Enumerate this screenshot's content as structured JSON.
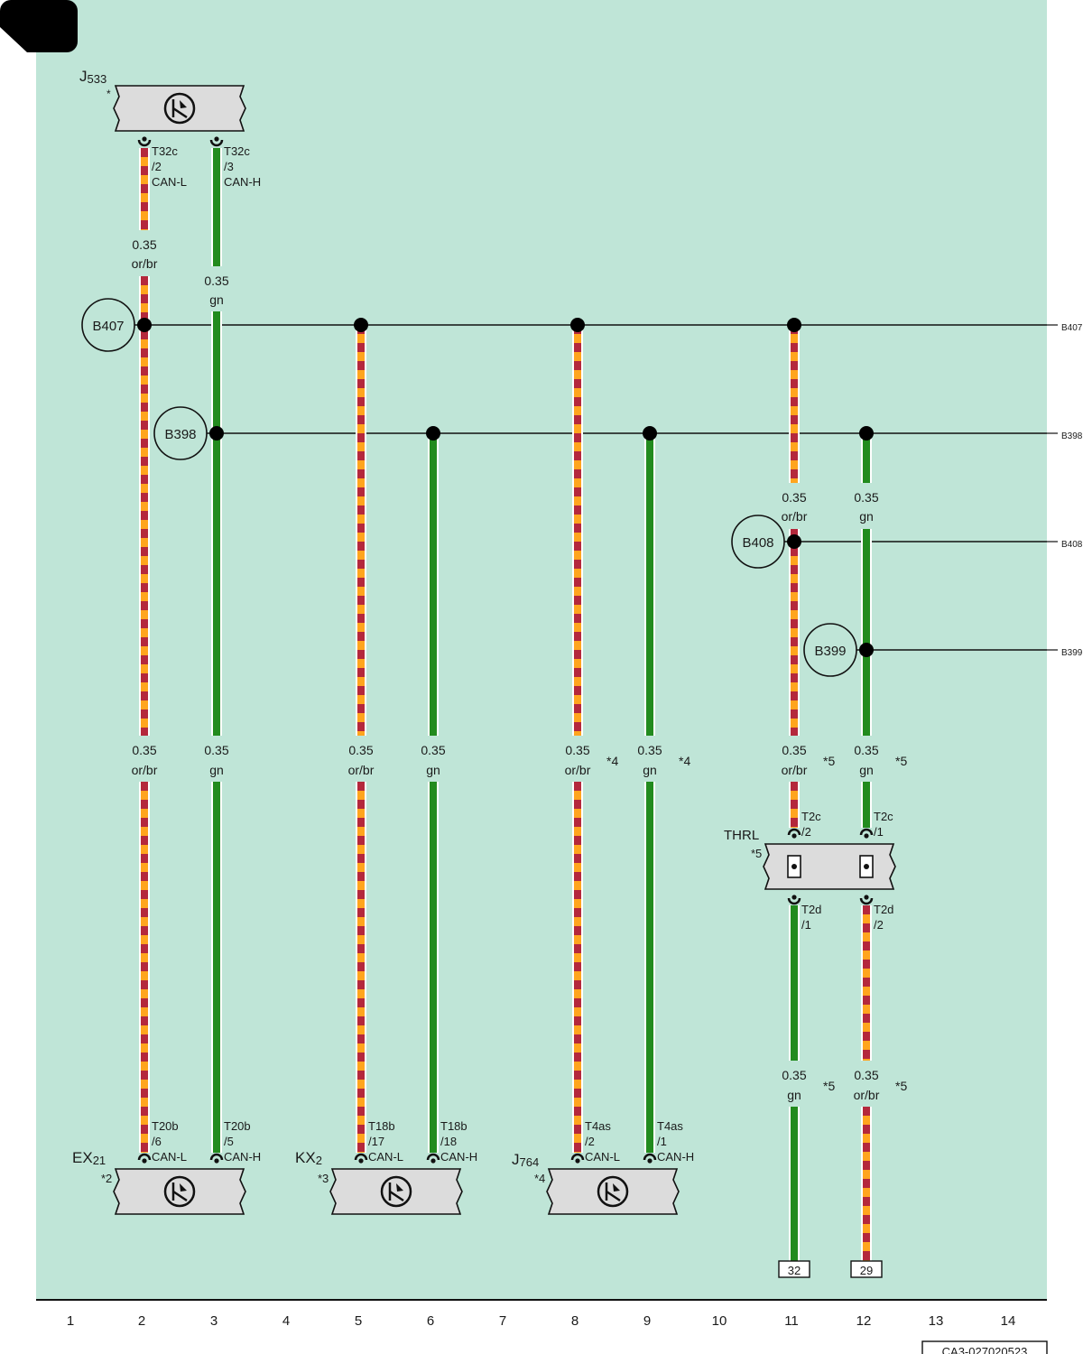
{
  "diagram_code": "CA3-027020523",
  "colors": {
    "panel": "#bfe5d7",
    "wire_green": "#228b1e",
    "wire_orange": "#ffa51e",
    "wire_brown": "#b4283c",
    "box": "#dcdcdc",
    "ink": "#111111"
  },
  "columns": [
    "1",
    "2",
    "3",
    "4",
    "5",
    "6",
    "7",
    "8",
    "9",
    "10",
    "11",
    "12",
    "13",
    "14"
  ],
  "buses": {
    "b407": {
      "label": "B407",
      "edge_label": "B407"
    },
    "b398": {
      "label": "B398",
      "edge_label": "B398"
    },
    "b408": {
      "label": "B408",
      "edge_label": "B408"
    },
    "b399": {
      "label": "B399",
      "edge_label": "B399"
    }
  },
  "j533": {
    "name_main": "J",
    "name_sub": "533",
    "star": "*",
    "icon": "bus-node-icon",
    "pin_l": {
      "conn": "T32c",
      "pin": "/2",
      "sig": "CAN-L"
    },
    "pin_h": {
      "conn": "T32c",
      "pin": "/3",
      "sig": "CAN-H"
    }
  },
  "ex21": {
    "name_main": "EX",
    "name_sub": "21",
    "star": "*2",
    "icon": "bus-node-icon",
    "pin_l": {
      "conn": "T20b",
      "pin": "/6",
      "sig": "CAN-L"
    },
    "pin_h": {
      "conn": "T20b",
      "pin": "/5",
      "sig": "CAN-H"
    }
  },
  "kx2": {
    "name_main": "KX",
    "name_sub": "2",
    "star": "*3",
    "icon": "bus-node-icon",
    "pin_l": {
      "conn": "T18b",
      "pin": "/17",
      "sig": "CAN-L"
    },
    "pin_h": {
      "conn": "T18b",
      "pin": "/18",
      "sig": "CAN-H"
    }
  },
  "j764": {
    "name_main": "J",
    "name_sub": "764",
    "star": "*4",
    "icon": "bus-node-icon",
    "pin_l": {
      "conn": "T4as",
      "pin": "/2",
      "sig": "CAN-L"
    },
    "pin_h": {
      "conn": "T4as",
      "pin": "/1",
      "sig": "CAN-H"
    }
  },
  "thrl": {
    "name": "THRL",
    "star": "*5",
    "top_l": {
      "conn": "T2c",
      "pin": "/2"
    },
    "top_r": {
      "conn": "T2c",
      "pin": "/1"
    },
    "bot_l": {
      "conn": "T2d",
      "pin": "/1"
    },
    "bot_r": {
      "conn": "T2d",
      "pin": "/2"
    }
  },
  "wire_labels": {
    "c2_top": {
      "size": "0.35",
      "color": "or/br"
    },
    "c3_top": {
      "size": "0.35",
      "color": "gn"
    },
    "c11_mid": {
      "size": "0.35",
      "color": "or/br"
    },
    "c12_mid": {
      "size": "0.35",
      "color": "gn"
    },
    "c2_low": {
      "size": "0.35",
      "color": "or/br"
    },
    "c3_low": {
      "size": "0.35",
      "color": "gn"
    },
    "c5_low": {
      "size": "0.35",
      "color": "or/br"
    },
    "c6_low": {
      "size": "0.35",
      "color": "gn"
    },
    "c8_low": {
      "size": "0.35",
      "color": "or/br",
      "note": "*4"
    },
    "c9_low": {
      "size": "0.35",
      "color": "gn",
      "note": "*4"
    },
    "c11_low": {
      "size": "0.35",
      "color": "or/br",
      "note": "*5"
    },
    "c12_low": {
      "size": "0.35",
      "color": "gn",
      "note": "*5"
    },
    "c11_bot": {
      "size": "0.35",
      "color": "gn",
      "note": "*5"
    },
    "c12_bot": {
      "size": "0.35",
      "color": "or/br",
      "note": "*5"
    }
  },
  "refs": {
    "c11": "32",
    "c12": "29"
  }
}
